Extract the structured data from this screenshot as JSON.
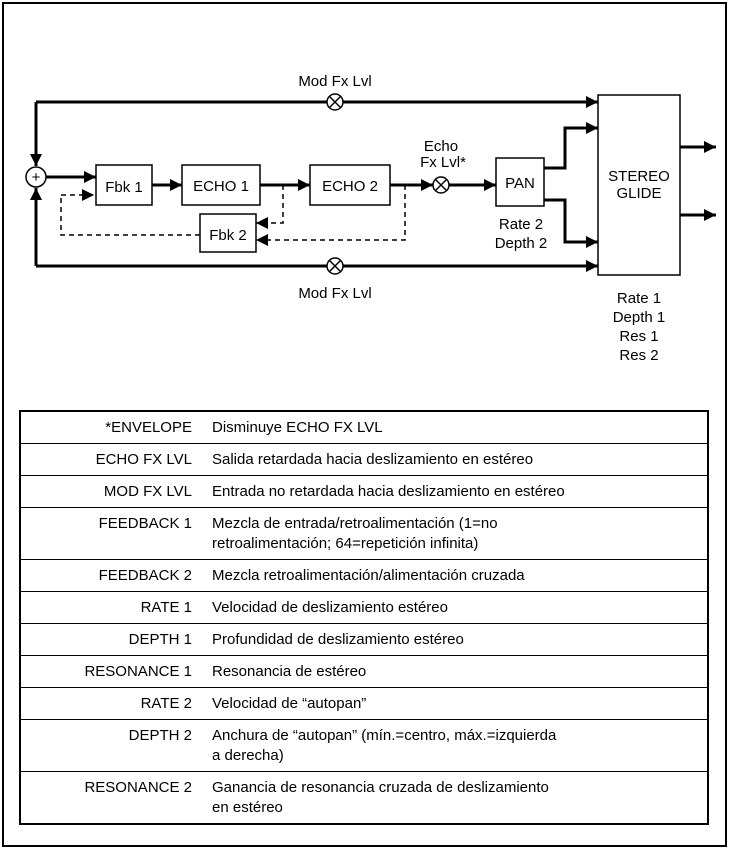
{
  "diagram": {
    "mod_fx_top": "Mod Fx Lvl",
    "mod_fx_bottom": "Mod Fx Lvl",
    "sum_symbol": "+",
    "fbk1": "Fbk 1",
    "echo1": "ECHO 1",
    "echo2": "ECHO 2",
    "fbk2": "Fbk 2",
    "echo_fx_line1": "Echo",
    "echo_fx_line2": "Fx Lvl*",
    "pan": "PAN",
    "pan_params": [
      "Rate 2",
      "Depth 2"
    ],
    "glide_line1": "STEREO",
    "glide_line2": "GLIDE",
    "glide_params": [
      "Rate 1",
      "Depth 1",
      "Res 1",
      "Res 2"
    ]
  },
  "params": [
    {
      "name": "*ENVELOPE",
      "desc": [
        "Disminuye ECHO FX LVL"
      ]
    },
    {
      "name": "ECHO FX LVL",
      "desc": [
        "Salida retardada hacia deslizamiento en estéreo"
      ]
    },
    {
      "name": "MOD FX LVL",
      "desc": [
        "Entrada no retardada hacia deslizamiento en estéreo"
      ]
    },
    {
      "name": "FEEDBACK 1",
      "desc": [
        "Mezcla de entrada/retroalimentación (1=no",
        "retroalimentación; 64=repetición infinita)"
      ]
    },
    {
      "name": "FEEDBACK 2",
      "desc": [
        "Mezcla retroalimentación/alimentación cruzada"
      ]
    },
    {
      "name": "RATE 1",
      "desc": [
        "Velocidad de deslizamiento estéreo"
      ]
    },
    {
      "name": "DEPTH 1",
      "desc": [
        "Profundidad de deslizamiento estéreo"
      ]
    },
    {
      "name": "RESONANCE 1",
      "desc": [
        "Resonancia de estéreo"
      ]
    },
    {
      "name": "RATE 2",
      "desc": [
        "Velocidad de “autopan”"
      ]
    },
    {
      "name": "DEPTH 2",
      "desc": [
        "Anchura de “autopan” (mín.=centro, máx.=izquierda",
        "a derecha)"
      ]
    },
    {
      "name": "RESONANCE 2",
      "desc": [
        "Ganancia de resonancia cruzada de deslizamiento",
        "en estéreo"
      ]
    }
  ]
}
